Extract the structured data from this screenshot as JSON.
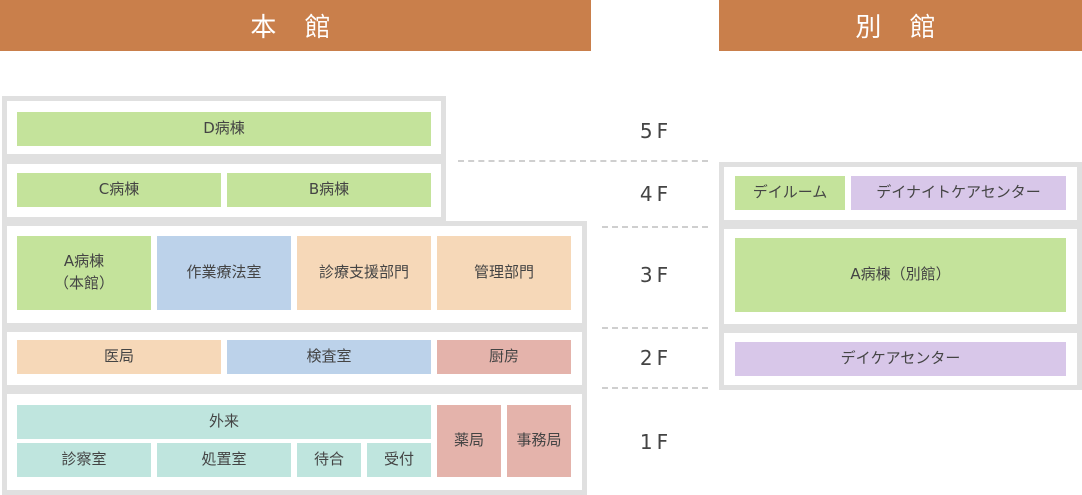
{
  "buildings": {
    "main": "本 館",
    "annex": "別 館"
  },
  "floors": {
    "f5": "5F",
    "f4": "4F",
    "f3": "3F",
    "f2": "2F",
    "f1": "1F"
  },
  "main_building": {
    "f5": {
      "d_ward": "D病棟"
    },
    "f4": {
      "c_ward": "C病棟",
      "b_ward": "B病棟"
    },
    "f3": {
      "a_ward": "A病棟\n（本館）",
      "ot": "作業療法室",
      "support": "診療支援部門",
      "admin": "管理部門"
    },
    "f2": {
      "medical_office": "医局",
      "lab": "検査室",
      "kitchen": "厨房"
    },
    "f1": {
      "outpatient": "外来",
      "exam": "診察室",
      "treatment": "処置室",
      "waiting": "待合",
      "reception": "受付",
      "pharmacy": "薬局",
      "office": "事務局"
    }
  },
  "annex_building": {
    "f4": {
      "dayroom": "デイルーム",
      "day_night_care": "デイナイトケアセンター"
    },
    "f3": {
      "a_ward_annex": "A病棟（別館）"
    },
    "f2": {
      "day_care": "デイケアセンター"
    }
  },
  "colors": {
    "header": "#c97f4b",
    "ward": "#c4e39b",
    "blue": "#bcd2ea",
    "orange": "#f6d8b8",
    "red": "#e4b3ab",
    "purple": "#d8c7e9",
    "teal": "#bfe5de",
    "frame": "#e0e0e0"
  }
}
